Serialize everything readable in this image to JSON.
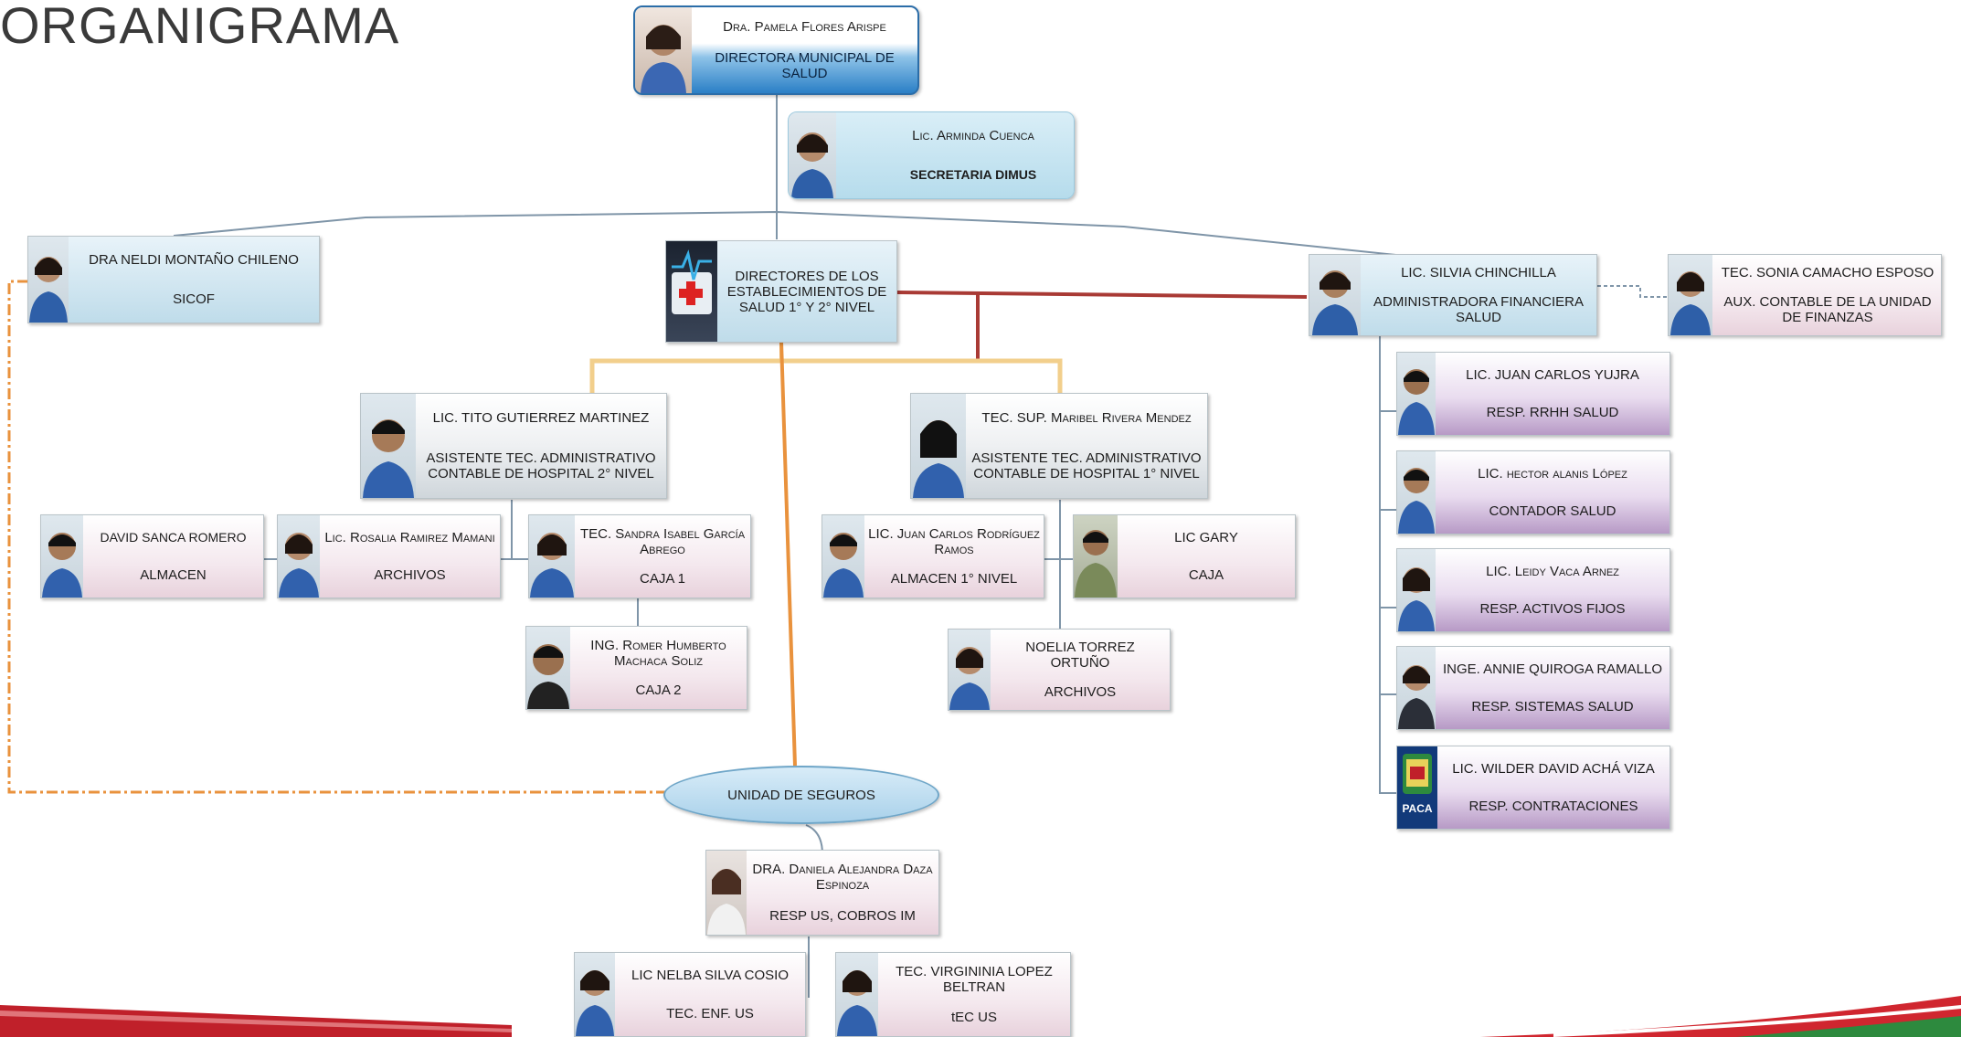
{
  "title": "ORGANIGRAMA",
  "director": {
    "name": "Dra. Pamela Flores Arispe",
    "role": "DIRECTORA MUNICIPAL DE SALUD"
  },
  "secretaria": {
    "name": "Lic. Arminda Cuenca",
    "role": "SECRETARIA DIMUS"
  },
  "sicof": {
    "name": "DRA NELDI MONTAÑO CHILENO",
    "role": "SICOF"
  },
  "directores_establecimientos": {
    "label": "DIRECTORES DE LOS ESTABLECIMIENTOS DE SALUD 1° Y 2° NIVEL"
  },
  "administradora": {
    "name": "LIC. SILVIA CHINCHILLA",
    "role": "ADMINISTRADORA FINANCIERA SALUD"
  },
  "aux_contable": {
    "name": "TEC. SONIA CAMACHO ESPOSO",
    "role": "AUX. CONTABLE DE LA UNIDAD DE FINANZAS"
  },
  "tito": {
    "name": "LIC. TITO GUTIERREZ  MARTINEZ",
    "role": "ASISTENTE TEC. ADMINISTRATIVO CONTABLE  DE HOSPITAL 2° NIVEL"
  },
  "maribel": {
    "name": "TEC. SUP. Maribel Rivera Mendez",
    "role": "ASISTENTE TEC. ADMINISTRATIVO CONTABLE DE HOSPITAL 1° NIVEL"
  },
  "david": {
    "name": "DAVID SANCA ROMERO",
    "role": "ALMACEN"
  },
  "rosalia": {
    "name": "Lic. Rosalia Ramirez Mamani",
    "role": "ARCHIVOS"
  },
  "sandra": {
    "name": "TEC. Sandra Isabel García Abrego",
    "role": "CAJA 1"
  },
  "romer": {
    "name": "ING. Romer Humberto Machaca Soliz",
    "role": "CAJA 2"
  },
  "juan_carlos_r": {
    "name": "LIC. Juan Carlos Rodríguez Ramos",
    "role": "ALMACEN 1° NIVEL"
  },
  "gary": {
    "name": "LIC GARY",
    "role": "CAJA"
  },
  "noelia": {
    "name": "NOELIA  TORREZ ORTUÑO",
    "role": "ARCHIVOS"
  },
  "yujra": {
    "name": "LIC. JUAN CARLOS YUJRA",
    "role": "RESP. RRHH SALUD"
  },
  "hector": {
    "name": "LIC. hector alanis López",
    "role": "CONTADOR  SALUD"
  },
  "leidy": {
    "name": "LIC. Leidy Vaca Arnez",
    "role": "RESP. ACTIVOS FIJOS"
  },
  "annie": {
    "name": "INGE. ANNIE QUIROGA RAMALLO",
    "role": "RESP. SISTEMAS  SALUD"
  },
  "wilder": {
    "name": "LIC. WILDER DAVID ACHÁ VIZA",
    "role": "RESP. CONTRATACIONES"
  },
  "unidad_seguros": {
    "label": "UNIDAD DE SEGUROS"
  },
  "daniela": {
    "name": "DRA. Daniela Alejandra Daza Espinoza",
    "role": "RESP  US, COBROS IM"
  },
  "nelba": {
    "name": "LIC NELBA  SILVA COSIO",
    "role": "TEC. ENF. US"
  },
  "virginia": {
    "name": "TEC. VIRGININIA LOPEZ BELTRAN",
    "role": "tEC US"
  },
  "logo_text": "PACA",
  "colors": {
    "director": "#2a7fc6",
    "red_line": "#a93a35",
    "orange_line": "#e9923d",
    "gold_line": "#f2cf8c",
    "steel_line": "#7f95a8"
  }
}
